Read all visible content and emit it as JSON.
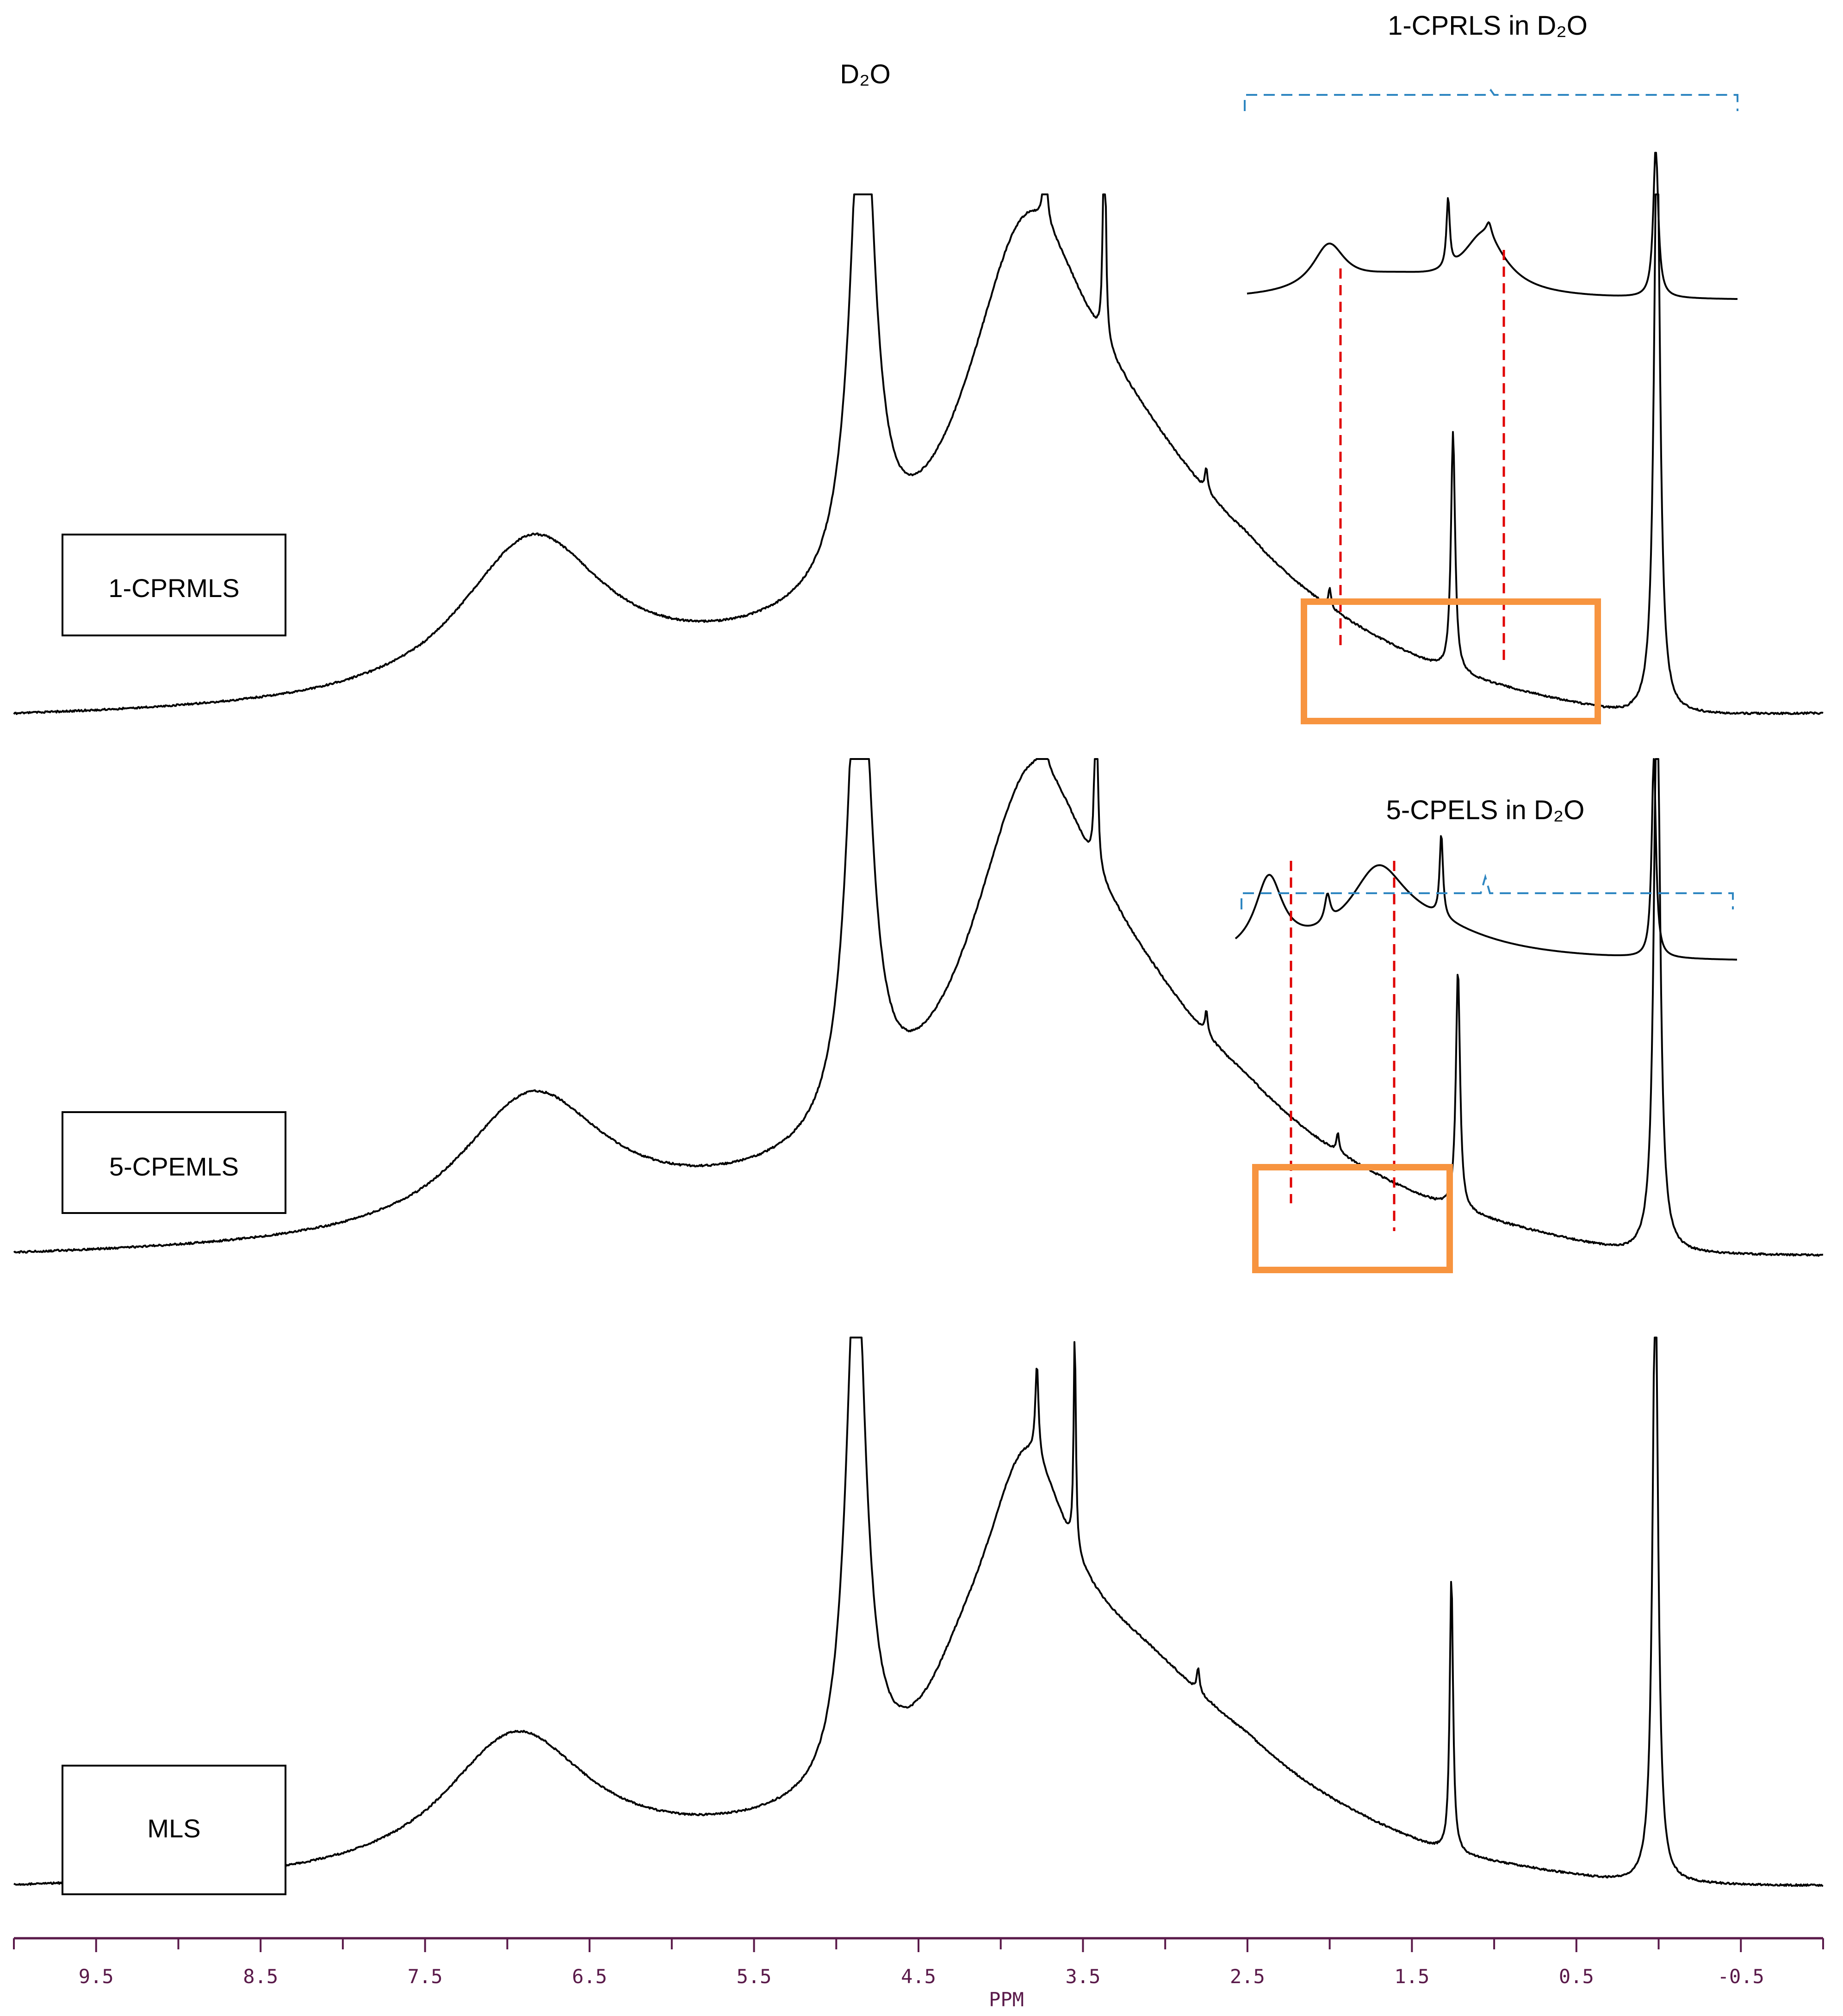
{
  "chart_data": {
    "type": "line",
    "xlabel": "PPM",
    "xlim": [
      10.0,
      -1.0
    ],
    "x_ticks": [
      9.5,
      8.5,
      7.5,
      6.5,
      5.5,
      4.5,
      3.5,
      2.5,
      1.5,
      0.5,
      -0.5
    ],
    "x_tick_labels": [
      "9.5",
      "8.5",
      "7.5",
      "6.5",
      "5.5",
      "4.5",
      "3.5",
      "2.5",
      "1.5",
      "0.5",
      "-0.5"
    ],
    "grid": false,
    "solvent_label": "D₂O",
    "series": [
      {
        "name": "1-CPRMLS",
        "panel": "top",
        "peaks_ppm": [
          6.85,
          4.9,
          4.78,
          3.9,
          3.72,
          3.37,
          2.0,
          1.27,
          0.0
        ]
      },
      {
        "name": "5-CPEMLS",
        "panel": "middle",
        "peaks_ppm": [
          6.9,
          4.92,
          4.8,
          3.85,
          3.75,
          3.42,
          2.3,
          1.7,
          1.22,
          0.0
        ]
      },
      {
        "name": "MLS",
        "panel": "bottom",
        "peaks_ppm": [
          7.0,
          4.95,
          4.8,
          4.2,
          3.85,
          3.75,
          3.55,
          2.8,
          1.27,
          0.0
        ]
      }
    ],
    "insets": [
      {
        "name": "1-CPRLS in D₂O",
        "range_ppm": [
          2.5,
          -0.5
        ],
        "peaks_ppm": [
          2.0,
          1.27,
          1.05,
          0.0
        ]
      },
      {
        "name": "5-CPELS in D₂O",
        "range_ppm": [
          2.5,
          -0.5
        ],
        "peaks_ppm": [
          2.3,
          1.7,
          1.27,
          0.0
        ]
      }
    ],
    "highlight_boxes": [
      {
        "panel": "1-CPRMLS",
        "range_ppm": [
          2.25,
          0.45
        ]
      },
      {
        "panel": "5-CPEMLS",
        "range_ppm": [
          2.55,
          1.35
        ]
      }
    ],
    "colors": {
      "spectrum": "#000000",
      "axis": "#5a1a4a",
      "bracket": "#2e86c1",
      "guide": "#e00000",
      "highlight": "#f7943f"
    }
  }
}
